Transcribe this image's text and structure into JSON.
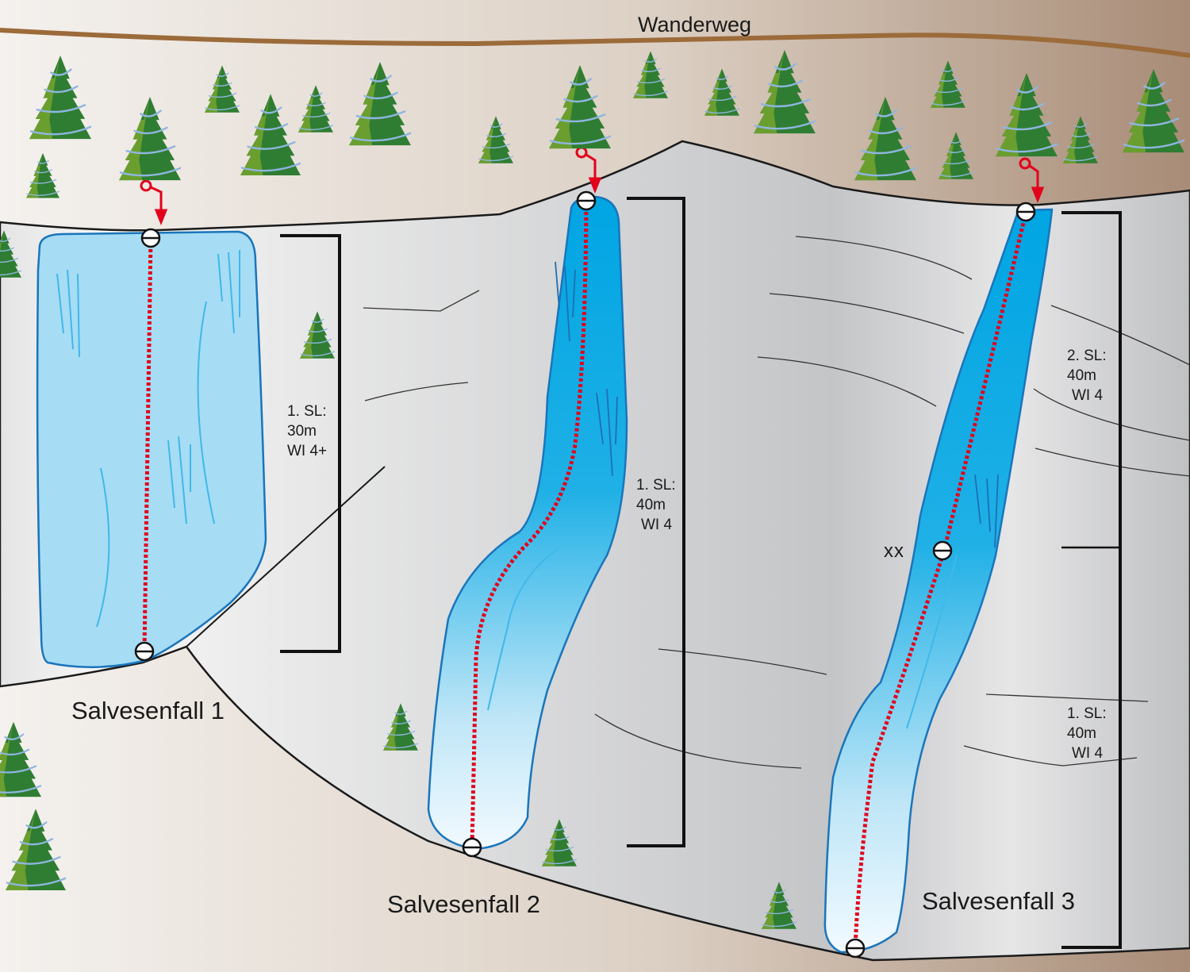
{
  "path_label": "Wanderweg",
  "falls": [
    {
      "name": "Salvesenfall 1",
      "pitches": [
        {
          "label": "1. SL:",
          "length": "30m",
          "grade": "WI 4+"
        }
      ]
    },
    {
      "name": "Salvesenfall 2",
      "pitches": [
        {
          "label": "1. SL:",
          "length": "40m",
          "grade": "WI 4"
        }
      ]
    },
    {
      "name": "Salvesenfall 3",
      "pitches": [
        {
          "label": "2. SL:",
          "length": "40m",
          "grade": "WI 4"
        },
        {
          "label": "1. SL:",
          "length": "40m",
          "grade": "WI 4"
        }
      ]
    }
  ],
  "belay_marker": "xx",
  "colors": {
    "route": "#e3001b",
    "ice_light": "#a6dcf4",
    "ice_dark": "#00a5e3",
    "ice_outline": "#1a75bb",
    "rock": "#d6d7d9",
    "ground": "#c9b8a8",
    "trail": "#9c6b3a",
    "tree_dark": "#2f7d32",
    "tree_light": "#6a9e2f"
  }
}
